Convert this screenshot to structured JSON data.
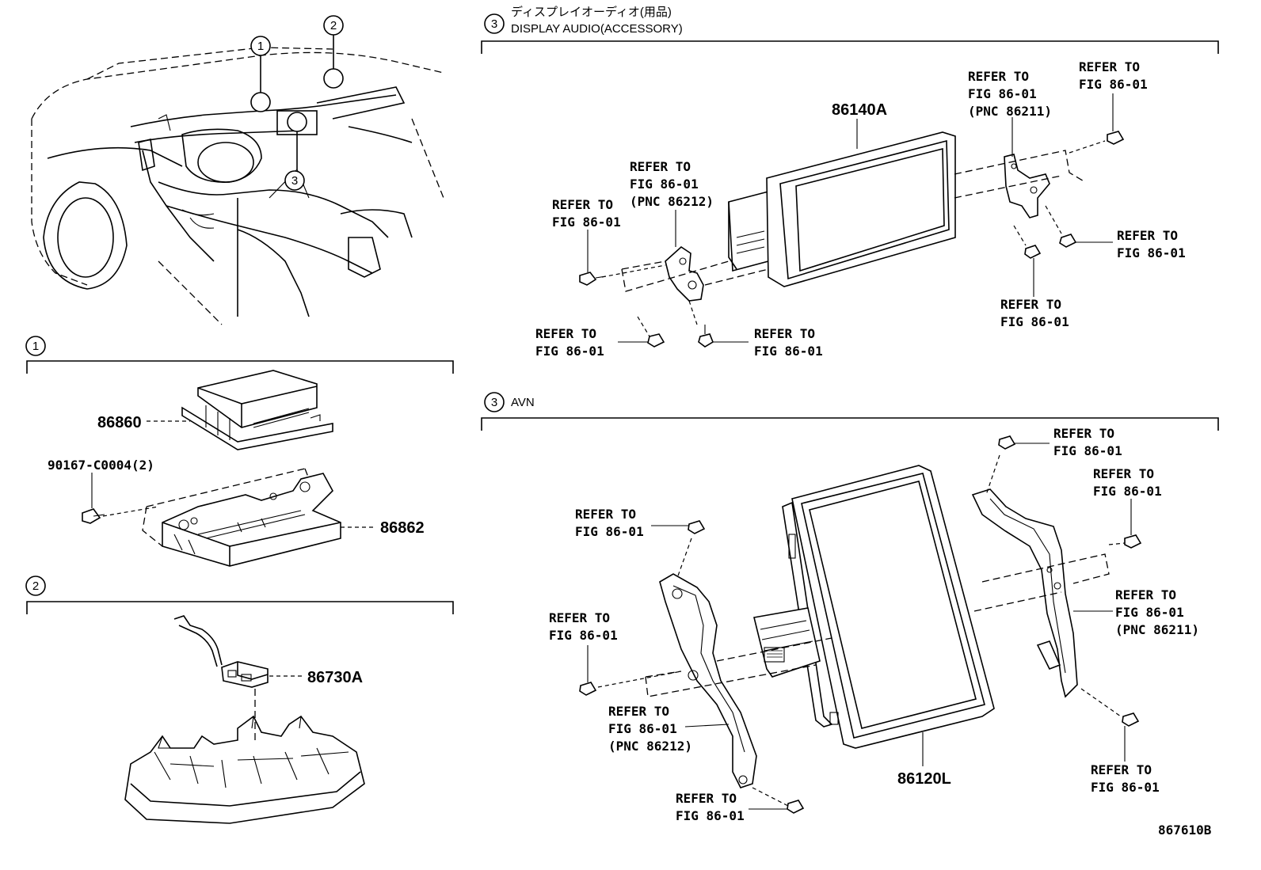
{
  "callouts": {
    "one": "1",
    "two": "2",
    "three": "3"
  },
  "sections": {
    "display_audio": {
      "header_jp": "ディスプレイオーディオ(用品)",
      "header_en": "DISPLAY AUDIO(ACCESSORY)",
      "part_unit": "86140A",
      "refs": [
        "REFER TO",
        "FIG 86-01",
        "(PNC 86212)",
        "(PNC 86211)"
      ]
    },
    "avn": {
      "header": "AVN",
      "part_unit": "86120L"
    },
    "airbag": {
      "part_sensor": "86860",
      "part_bracket": "86862",
      "part_bolt": "90167-C0004(2)"
    },
    "mic": {
      "part_mic": "86730A"
    },
    "ref_line1": "REFER TO",
    "ref_line2": "FIG 86-01",
    "ref_pnc_212": "(PNC 86212)",
    "ref_pnc_211": "(PNC 86211)",
    "ref_fig_comma": "FIG 86-01,"
  },
  "diagram_id": "867610B"
}
